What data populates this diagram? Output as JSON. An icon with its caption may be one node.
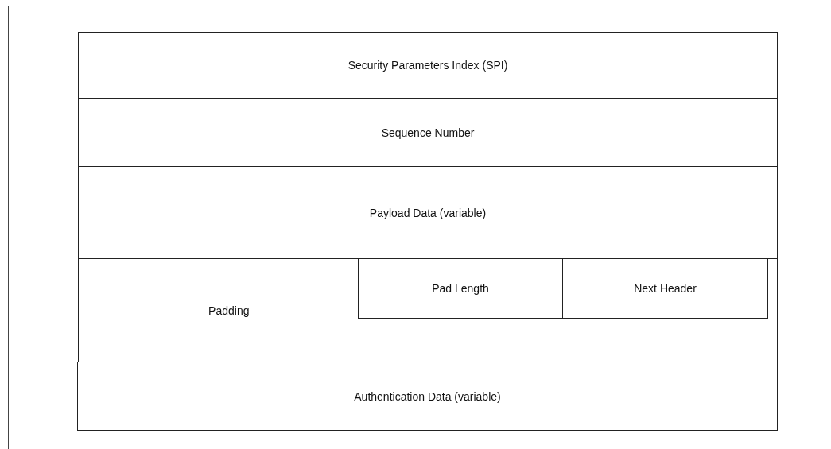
{
  "diagram": {
    "nodes": [
      {
        "text": [
          "Security Parameters Index (SPI)"
        ]
      },
      {
        "text": [
          "Sequence Number"
        ]
      },
      {
        "text": [
          "Payload Data (variable)"
        ]
      },
      {
        "text": [
          "Padding"
        ]
      },
      {
        "text": [
          "Pad Length"
        ],
        "in": 3
      },
      {
        "text": [
          "Next Header"
        ],
        "in": 3
      },
      {
        "text": [
          "Authentication Data (variable)"
        ]
      }
    ]
  }
}
